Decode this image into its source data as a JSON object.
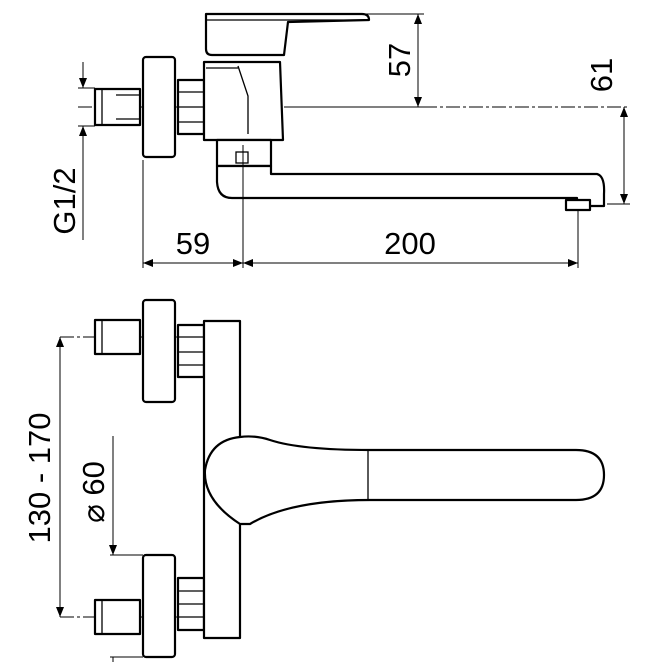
{
  "drawing": {
    "dimensions": {
      "lever_height": "57",
      "spout_height": "61",
      "thread": "G1/2",
      "wall_to_axis": "59",
      "spout_reach": "200",
      "connection_spacing": "130 - 170",
      "flange_diameter": "⌀ 60"
    }
  }
}
